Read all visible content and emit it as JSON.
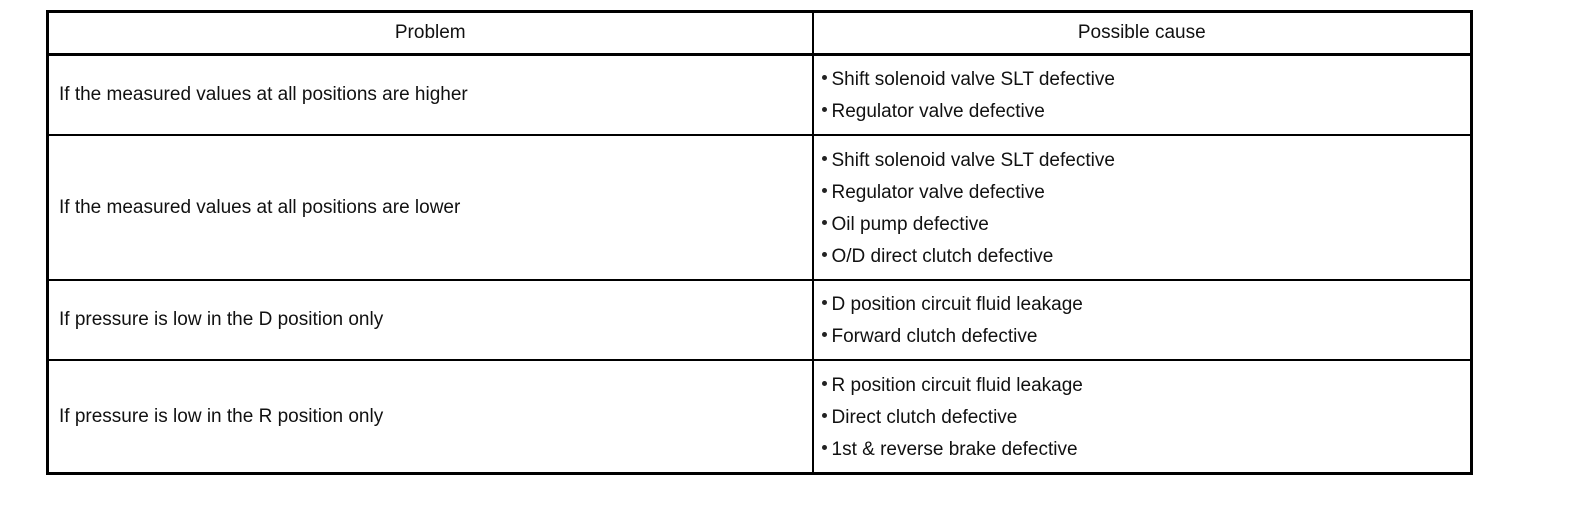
{
  "table": {
    "headers": {
      "problem": "Problem",
      "cause": "Possible cause"
    },
    "rows": [
      {
        "problem": "If the measured values at all positions are higher",
        "causes": [
          "Shift solenoid valve SLT defective",
          "Regulator valve defective"
        ]
      },
      {
        "problem": "If the measured values at all positions are lower",
        "causes": [
          "Shift solenoid valve SLT defective",
          "Regulator valve defective",
          "Oil pump defective",
          "O/D direct clutch defective"
        ]
      },
      {
        "problem": "If pressure is low in the D position only",
        "causes": [
          "D position circuit fluid leakage",
          "Forward clutch defective"
        ]
      },
      {
        "problem": "If pressure is low in the R position only",
        "causes": [
          "R position circuit fluid leakage",
          "Direct clutch defective",
          "1st & reverse brake defective"
        ]
      }
    ]
  }
}
